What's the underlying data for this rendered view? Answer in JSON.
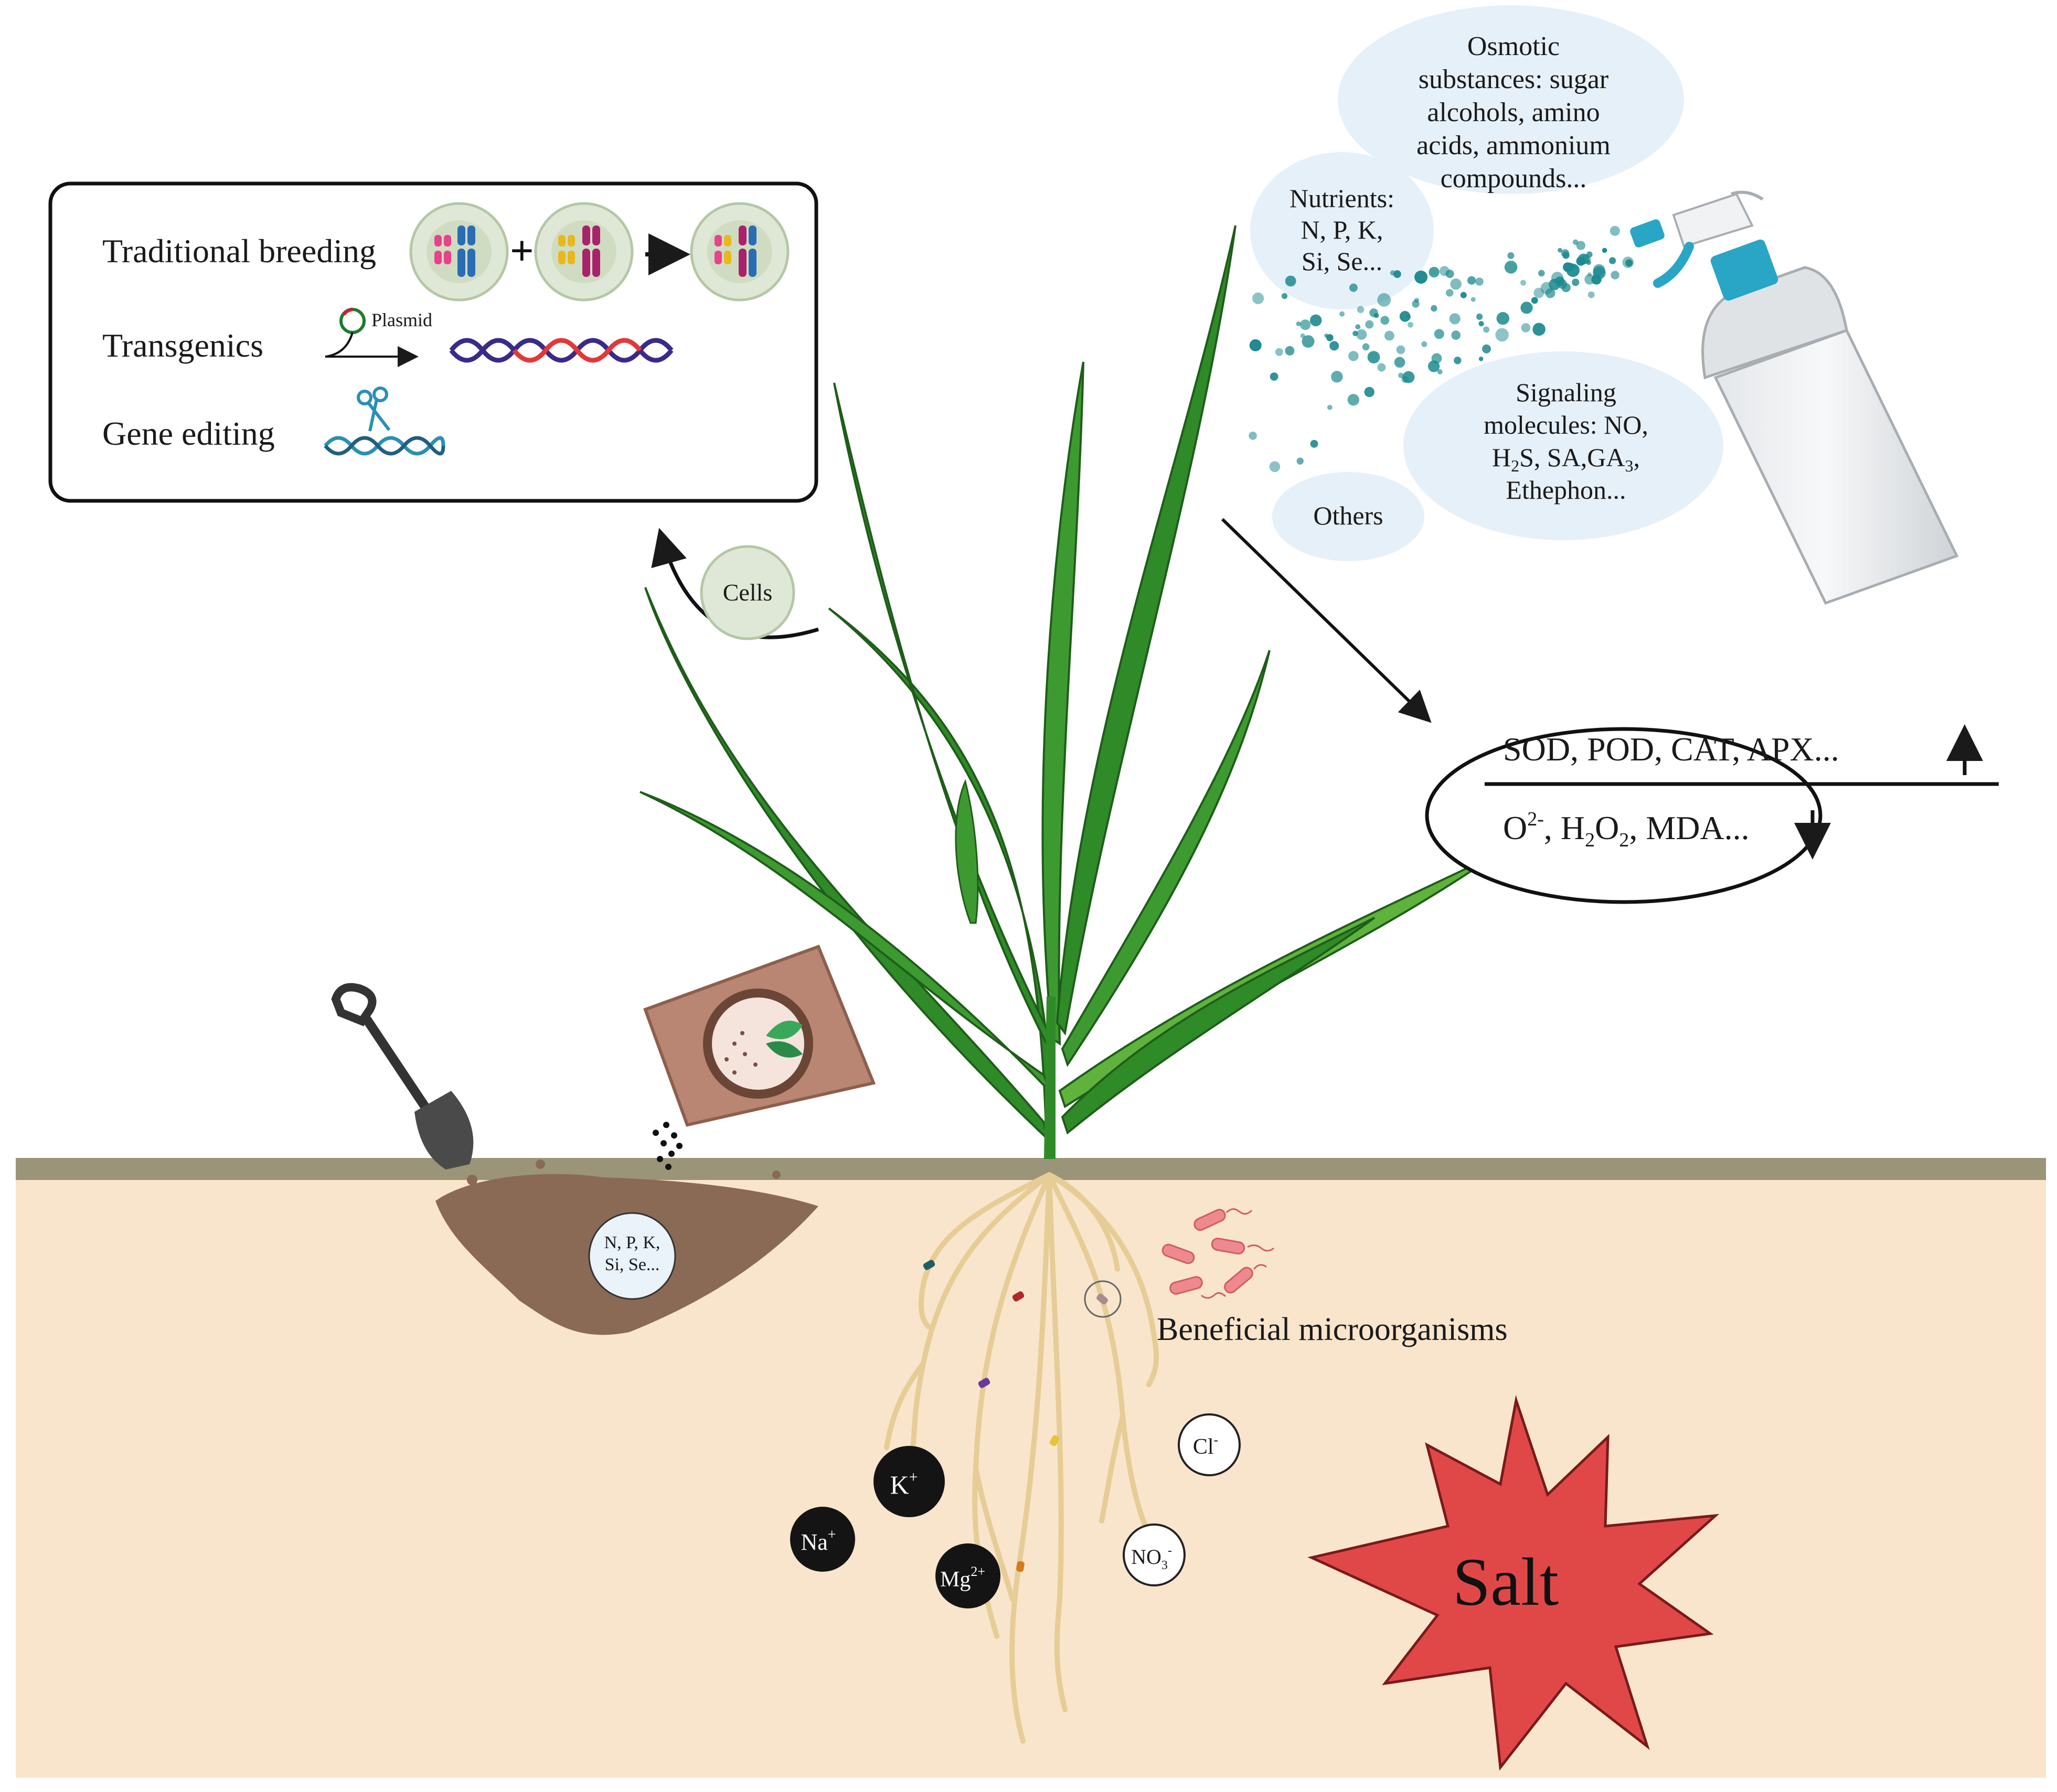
{
  "colors": {
    "soil": "#f9e5cc",
    "ground_line": "#9a9578",
    "leaf": "#2f8a28",
    "leaf_light": "#5fb23c",
    "root": "#e6cd96",
    "bubble": "#e6f0f8",
    "spray_dot": "#1d8a8f",
    "salt_star": "#e04848",
    "ion_dark": "#141414",
    "bacteria": "#ee8a8f"
  },
  "breeding_box": {
    "traditional_label": "Traditional breeding",
    "transgenics_label": "Transgenics",
    "plasmid_label": "Plasmid",
    "gene_editing_label": "Gene editing",
    "plus_sign": "+"
  },
  "cells_label": "Cells",
  "spray": {
    "osmotic_lines": [
      "Osmotic",
      "substances: sugar",
      "alcohols, amino",
      "acids, ammonium",
      "compounds..."
    ],
    "nutrients_lines": [
      "Nutrients:",
      "N, P, K,",
      "Si, Se..."
    ],
    "signaling_lines": {
      "line1": "Signaling",
      "line2": "molecules: NO,",
      "line3_h": "H",
      "line3_h_sub": "2",
      "line3_mid": "S, SA,GA",
      "line3_ga_sub": "3",
      "line3_end": ",",
      "line4": "Ethephon..."
    },
    "others_label": "Others"
  },
  "enzymes": {
    "up_text": "SOD, POD, CAT, APX...",
    "down_o": "O",
    "down_o_sup": "2-",
    "down_h": ", H",
    "down_h_sub1": "2",
    "down_o2": "O",
    "down_h_sub2": "2",
    "down_end": ", MDA..."
  },
  "fertilizer": {
    "line1": "N, P, K,",
    "line2": "Si, Se..."
  },
  "microbes_label": "Beneficial microorganisms",
  "ions": {
    "k": "K",
    "k_sup": "+",
    "na": "Na",
    "na_sup": "+",
    "mg": "Mg",
    "mg_sup": "2+",
    "cl": "Cl",
    "cl_sup": "-",
    "no3": "NO",
    "no3_sub": "3",
    "no3_sup": "-"
  },
  "salt_label": "Salt"
}
